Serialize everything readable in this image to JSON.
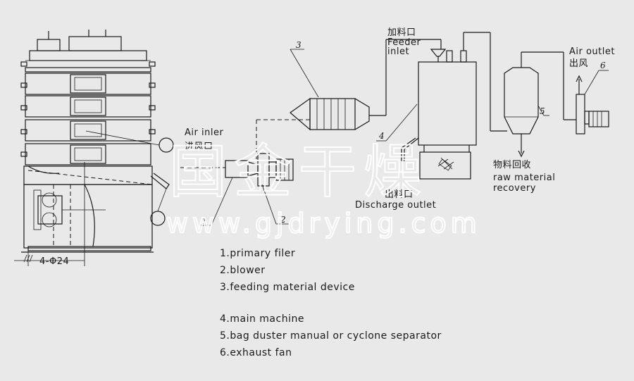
{
  "labels": {
    "air_inler": "Air inler",
    "air_inler_cn": "进风口",
    "feeder_cn": "加料口",
    "feeder_en_1": "Feeder",
    "feeder_en_2": "inlet",
    "air_outlet": "Air outlet",
    "air_outlet_cn": "出风",
    "discharge_cn": "出料口",
    "discharge_en": "Discharge outlet",
    "recovery_cn": "物料回收",
    "recovery_en_1": "raw material",
    "recovery_en_2": "recovery",
    "bolt_spec": "4-Φ24"
  },
  "callouts": [
    "1",
    "2",
    "3",
    "4",
    "5",
    "6"
  ],
  "watermark": {
    "cn": "国金干燥",
    "url": "www.gjdrying.com"
  },
  "legend": [
    "1.primary filer",
    "2.blower",
    "3.feeding material device",
    "4.main machine",
    "5.bag duster manual or cyclone separator",
    "6.exhaust fan"
  ]
}
